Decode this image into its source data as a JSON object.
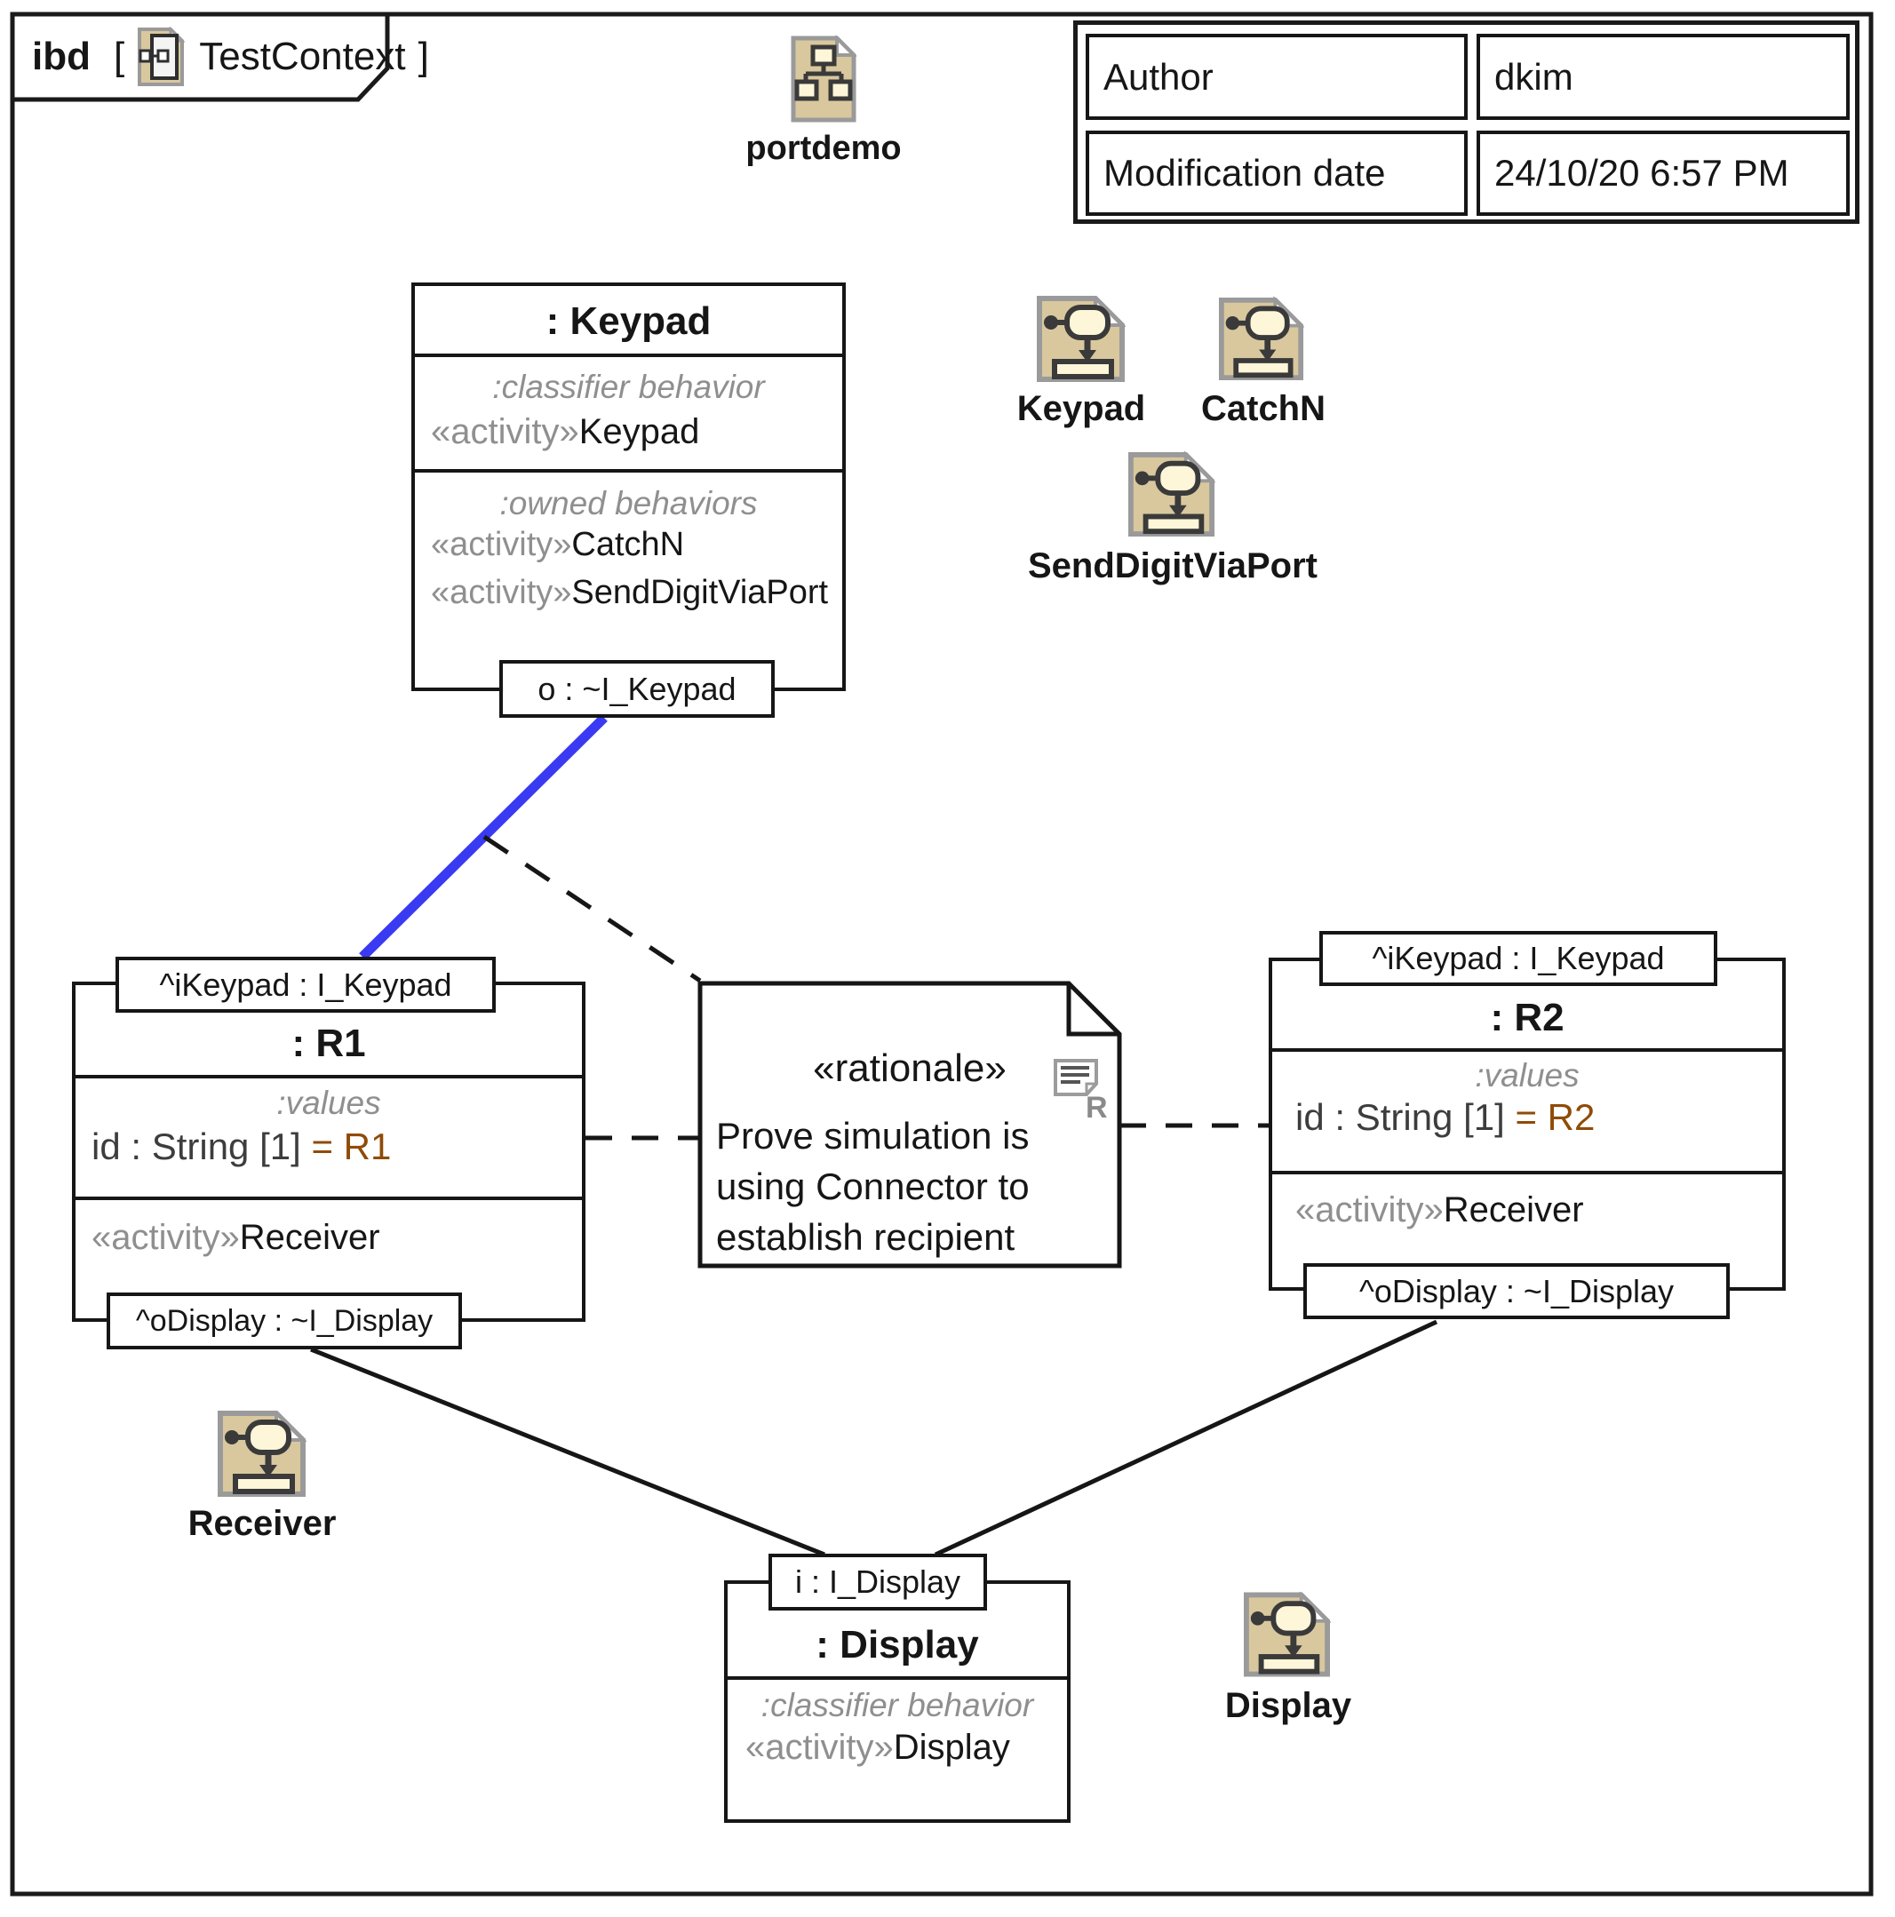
{
  "tab": {
    "kind": "ibd",
    "open_bracket": "[",
    "name": "TestContext",
    "close_bracket": "]"
  },
  "package_icon": {
    "label": "portdemo"
  },
  "info_table": {
    "author_label": "Author",
    "author_value": "dkim",
    "mod_label": "Modification date",
    "mod_value": "24/10/20 6:57 PM"
  },
  "keypad": {
    "title": ": Keypad",
    "classifier_label": ":classifier behavior",
    "classifier_st": "«activity»",
    "classifier_name": "Keypad",
    "owned_label": ":owned behaviors",
    "owned1_st": "«activity»",
    "owned1_name": "CatchN",
    "owned2_st": "«activity»",
    "owned2_name": "SendDigitViaPort",
    "port_out": "o : ~I_Keypad"
  },
  "r1": {
    "port_in": "^iKeypad : I_Keypad",
    "title": ": R1",
    "values_label": ":values",
    "value_decl": "id : String [1]",
    "value_assign": " = R1",
    "behavior_st": "«activity»",
    "behavior_name": "Receiver",
    "port_out": "^oDisplay : ~I_Display"
  },
  "r2": {
    "port_in": "^iKeypad : I_Keypad",
    "title": ": R2",
    "values_label": ":values",
    "value_decl": "id : String [1]",
    "value_assign": " = R2",
    "behavior_st": "«activity»",
    "behavior_name": "Receiver",
    "port_out": "^oDisplay : ~I_Display"
  },
  "display": {
    "port_in": "i : I_Display",
    "title": ": Display",
    "classifier_label": ":classifier behavior",
    "behavior_st": "«activity»",
    "behavior_name": "Display"
  },
  "note": {
    "stereotype": "«rationale»",
    "line1": "Prove simulation is",
    "line2": "using Connector to",
    "line3": "establish recipient",
    "badge": "R"
  },
  "activity_icons": {
    "keypad": "Keypad",
    "catchn": "CatchN",
    "senddigit": "SendDigitViaPort",
    "receiver": "Receiver",
    "display": "Display"
  },
  "colors": {
    "connector_blue": "#3a3af2",
    "value_brown": "#8f4b06",
    "stereotype_gray": "#8f8f8f",
    "icon_tan": "#d9c89e"
  }
}
